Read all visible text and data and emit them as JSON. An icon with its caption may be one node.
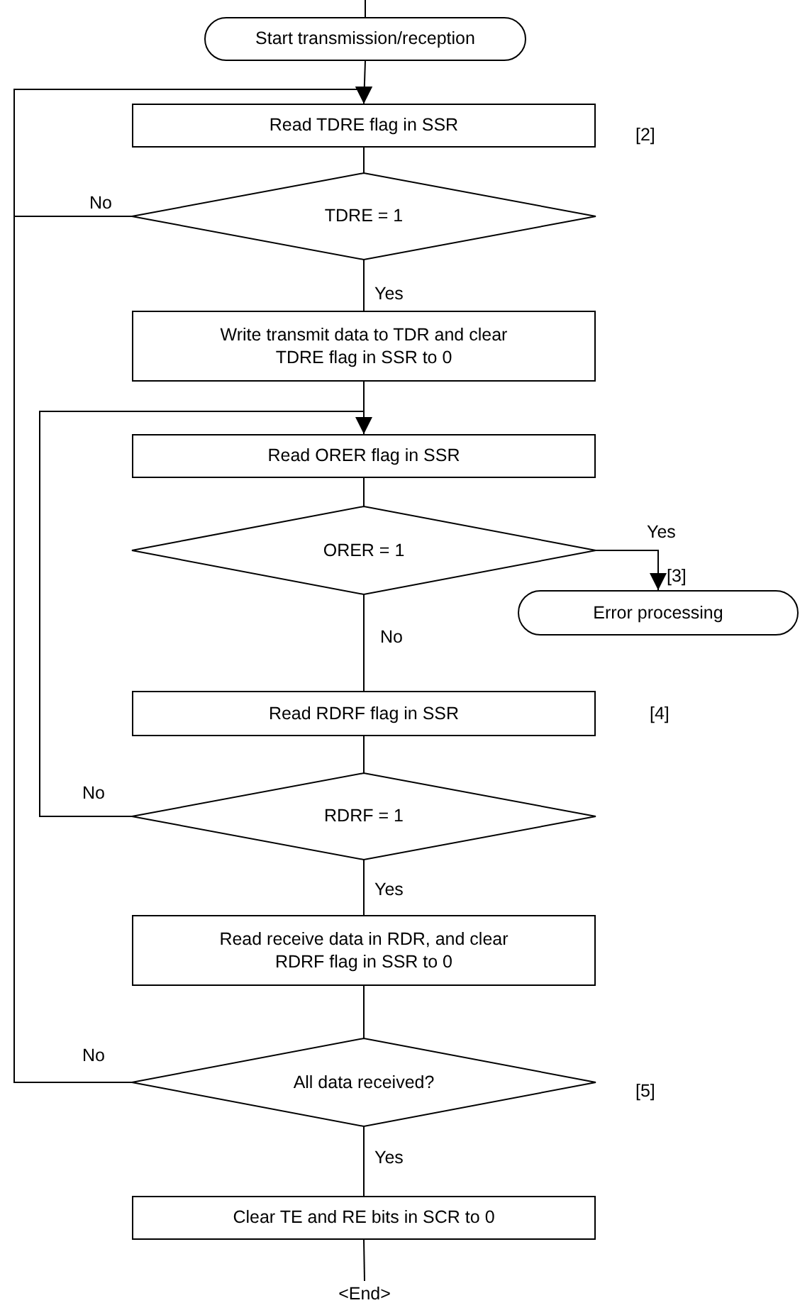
{
  "diagram": {
    "nodes": [
      {
        "text": [
          "Start transmission/reception"
        ]
      },
      {
        "text": [
          "Read TDRE flag in SSR"
        ]
      },
      {
        "text": [
          "TDRE = 1"
        ]
      },
      {
        "text": [
          "Write transmit data to TDR and clear TDRE flag in SSR to 0"
        ]
      },
      {
        "text": [
          "Read ORER flag in SSR"
        ]
      },
      {
        "text": [
          "ORER = 1"
        ]
      },
      {
        "text": [
          "Error processing"
        ]
      },
      {
        "text": [
          "Read RDRF flag in SSR"
        ]
      },
      {
        "text": [
          "RDRF = 1"
        ]
      },
      {
        "text": [
          "Read receive data in RDR, and clear RDRF flag in SSR to 0"
        ]
      },
      {
        "text": [
          "All data received?"
        ]
      },
      {
        "text": [
          "Clear TE and RE bits in SCR to 0"
        ]
      },
      {
        "text": [
          "<End>"
        ]
      }
    ],
    "edges": [
      {
        "from": null,
        "to": 0,
        "arrow": "none"
      },
      {
        "from": 0,
        "to": 1,
        "arrow": "none"
      },
      {
        "from": 1,
        "to": 2,
        "arrow": "none"
      },
      {
        "from": 2,
        "to": 1,
        "arrow": "to",
        "label": "No"
      },
      {
        "from": 2,
        "to": 3,
        "arrow": "none",
        "label": "Yes"
      },
      {
        "from": 3,
        "to": 4,
        "arrow": "none"
      },
      {
        "from": 4,
        "to": 5,
        "arrow": "none"
      },
      {
        "from": 5,
        "to": 6,
        "arrow": "to",
        "label": "Yes"
      },
      {
        "from": 5,
        "to": 7,
        "arrow": "none",
        "label": "No"
      },
      {
        "from": 7,
        "to": 8,
        "arrow": "none"
      },
      {
        "from": 8,
        "to": 4,
        "arrow": "to",
        "label": "No"
      },
      {
        "from": 8,
        "to": 9,
        "arrow": "none",
        "label": "Yes"
      },
      {
        "from": 9,
        "to": 10,
        "arrow": "none"
      },
      {
        "from": 10,
        "to": 1,
        "arrow": "to",
        "label": "No"
      },
      {
        "from": 10,
        "to": 11,
        "arrow": "none",
        "label": "Yes"
      },
      {
        "from": 11,
        "to": 12,
        "arrow": "none"
      }
    ],
    "labels": [
      "[2]",
      "[3]",
      "[4]",
      "[5]"
    ]
  }
}
